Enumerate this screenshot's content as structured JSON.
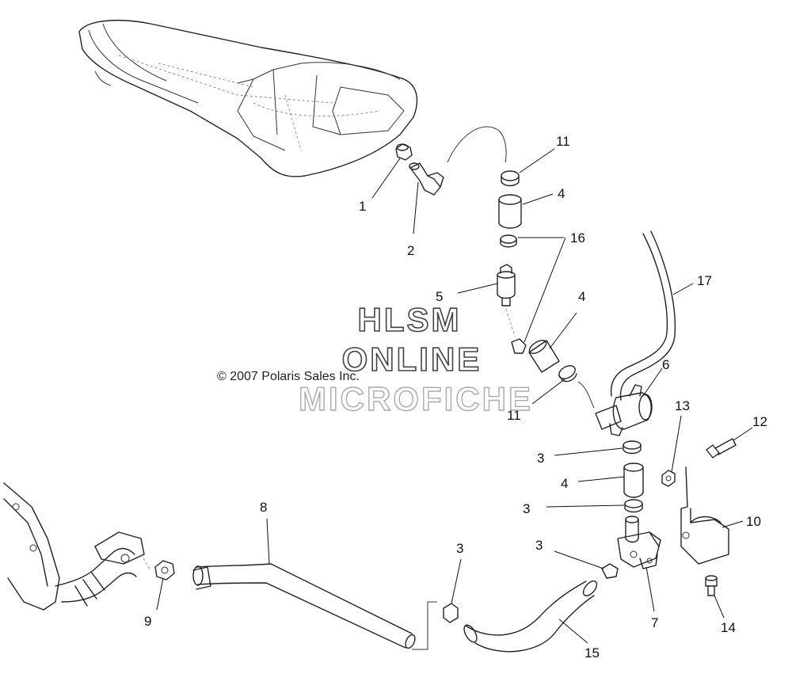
{
  "watermark": {
    "line1": "HLSM",
    "line2": "ONLINE",
    "line3": "MICROFICHE"
  },
  "copyright": "© 2007 Polaris Sales Inc.",
  "callouts": [
    {
      "id": "c1",
      "label": "1"
    },
    {
      "id": "c2",
      "label": "2"
    },
    {
      "id": "c11a",
      "label": "11"
    },
    {
      "id": "c4a",
      "label": "4"
    },
    {
      "id": "c16",
      "label": "16"
    },
    {
      "id": "c5",
      "label": "5"
    },
    {
      "id": "c4b",
      "label": "4"
    },
    {
      "id": "c17",
      "label": "17"
    },
    {
      "id": "c6",
      "label": "6"
    },
    {
      "id": "c11b",
      "label": "11"
    },
    {
      "id": "c13",
      "label": "13"
    },
    {
      "id": "c12",
      "label": "12"
    },
    {
      "id": "c3a",
      "label": "3"
    },
    {
      "id": "c4c",
      "label": "4"
    },
    {
      "id": "c3b",
      "label": "3"
    },
    {
      "id": "c10",
      "label": "10"
    },
    {
      "id": "c8",
      "label": "8"
    },
    {
      "id": "c3c",
      "label": "3"
    },
    {
      "id": "c3d",
      "label": "3"
    },
    {
      "id": "c9",
      "label": "9"
    },
    {
      "id": "c7",
      "label": "7"
    },
    {
      "id": "c14",
      "label": "14"
    },
    {
      "id": "c15",
      "label": "15"
    }
  ]
}
